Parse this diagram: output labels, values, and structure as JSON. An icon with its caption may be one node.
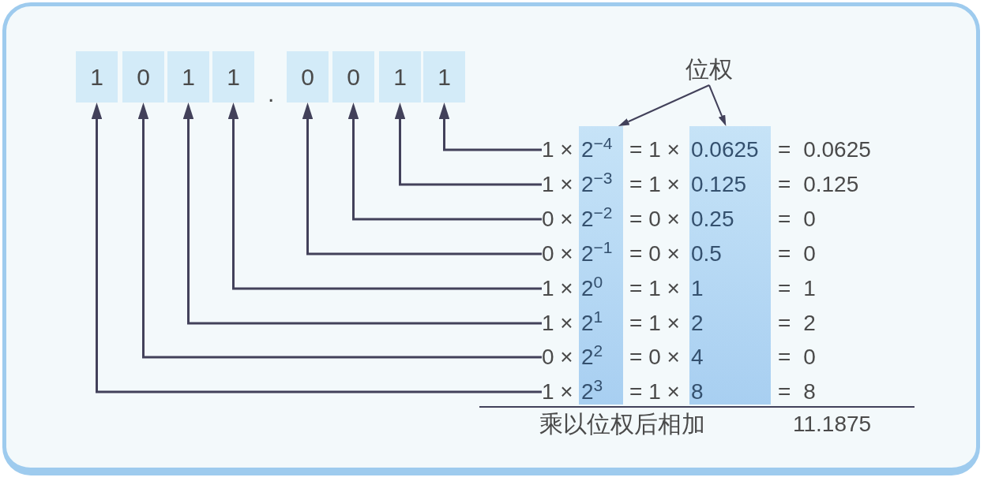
{
  "diagram": {
    "nodes": [
      {
        "text": [
          "1"
        ]
      },
      {
        "text": [
          "0"
        ]
      },
      {
        "text": [
          "1"
        ]
      },
      {
        "text": [
          "1"
        ]
      },
      {
        "text": [
          "0"
        ]
      },
      {
        "text": [
          "0"
        ]
      },
      {
        "text": [
          "1"
        ]
      },
      {
        "text": [
          "1"
        ]
      },
      {
        "text": [
          "位权"
        ]
      },
      {
        "text": [
          "2$^{−4}$",
          "2$^{−3}$",
          "2$^{−2}$",
          "2$^{−1}$",
          "2$^{0}$",
          "2$^{1}$",
          "2$^{2}$",
          "2$^{3}$"
        ]
      },
      {
        "text": [
          "0.0625",
          "0.125",
          "0.25",
          "0.5",
          "1",
          "2",
          "4",
          "8"
        ]
      },
      {
        "text": [
          "1 ×"
        ]
      },
      {
        "text": [
          "1 ×"
        ]
      },
      {
        "text": [
          "0 ×"
        ]
      },
      {
        "text": [
          "0 ×"
        ]
      },
      {
        "text": [
          "1 ×"
        ]
      },
      {
        "text": [
          "1 ×"
        ]
      },
      {
        "text": [
          "0 ×"
        ]
      },
      {
        "text": [
          "1 ×"
        ]
      }
    ],
    "edges": [
      {
        "from": 8,
        "to": 9,
        "arrow": "to"
      },
      {
        "from": 8,
        "to": 10,
        "arrow": "to"
      },
      {
        "from": 11,
        "to": 7,
        "arrow": "to"
      },
      {
        "from": 12,
        "to": 6,
        "arrow": "to"
      },
      {
        "from": 13,
        "to": 5,
        "arrow": "to"
      },
      {
        "from": 14,
        "to": 4,
        "arrow": "to"
      },
      {
        "from": 15,
        "to": 3,
        "arrow": "to"
      },
      {
        "from": 16,
        "to": 2,
        "arrow": "to"
      },
      {
        "from": 17,
        "to": 1,
        "arrow": "to"
      },
      {
        "from": 18,
        "to": 0,
        "arrow": "to"
      }
    ],
    "labels": [
      ".",
      "= 1 ×",
      "= 0.0625",
      "= 1 ×",
      "= 0.125",
      "= 0 ×",
      "= 0",
      "= 0 ×",
      "= 0",
      "= 1 ×",
      "= 1",
      "= 1 ×",
      "= 2",
      "= 0 ×",
      "= 0",
      "= 1 ×",
      "= 8",
      "乘以位权后相加",
      "11.1875"
    ]
  }
}
